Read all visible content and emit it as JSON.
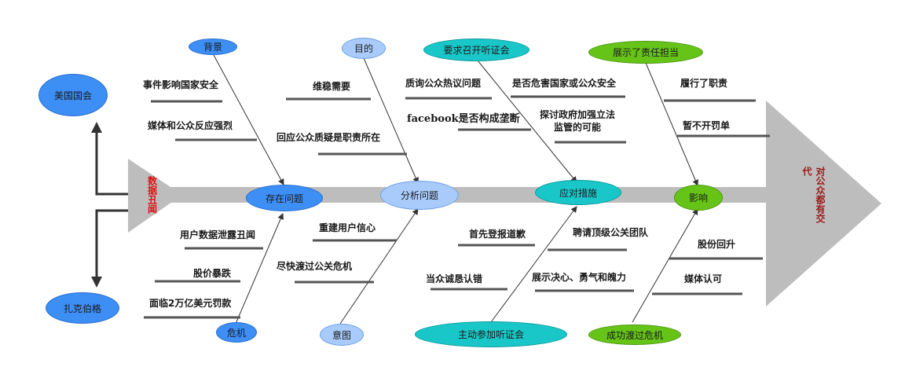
{
  "spine": {
    "head_label": "对公众都有交代",
    "tail_label": "数据丑闻"
  },
  "nodes": {
    "meiguo": "美国国会",
    "zuckerberg": "扎克伯格",
    "beijing": "背景",
    "weiji": "危机",
    "mudi": "目的",
    "yitu": "意图",
    "tingzheng": "要求召开听证会",
    "canjia": "主动参加听证会",
    "zeren": "展示了责任担当",
    "chenggong": "成功渡过危机",
    "cunzai": "存在问题",
    "fenxi": "分析问题",
    "yingdui": "应对措施",
    "yingxiang": "影响"
  },
  "labels": {
    "t1": "事件影响国家安全",
    "t2": "媒体和公众反应强烈",
    "t3": "维稳需要",
    "t4": "回应公众质疑是职责所在",
    "t5": "质询公众热议问题",
    "t6": "是否危害国家或公众安全",
    "t7": "facebook是否构成垄断",
    "t8": "探讨政府加强立法\n监管的可能",
    "t9": "履行了职责",
    "t10": "暂不开罚单",
    "b1": "用户数据泄露丑闻",
    "b2": "股价暴跌",
    "b3": "面临2万亿美元罚款",
    "b4": "重建用户信心",
    "b5": "尽快渡过公关危机",
    "b6": "首先登报道歉",
    "b7": "聘请顶级公关团队",
    "b8": "当众诚恳认错",
    "b9": "展示决心、勇气和魄力",
    "b10": "股份回升",
    "b11": "媒体认可"
  },
  "colors": {
    "spine": "#bdbdbd",
    "blue": "#3d8ef5",
    "light_blue": "#a9cbfb",
    "teal": "#19c7c8",
    "green": "#66c418",
    "underline": "#555555",
    "head_text": "#9b1b1b",
    "tail_text": "#e01010"
  }
}
